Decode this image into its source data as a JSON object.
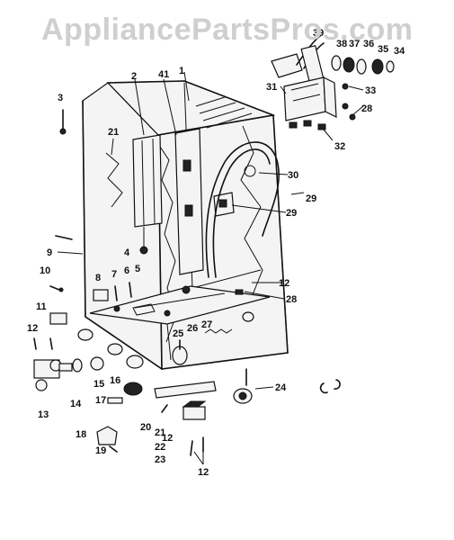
{
  "watermark": "AppliancePartsPros.com",
  "callouts": [
    {
      "id": "c-1",
      "text": "1"
    },
    {
      "id": "c-2",
      "text": "2"
    },
    {
      "id": "c-3",
      "text": "3"
    },
    {
      "id": "c-4",
      "text": "4"
    },
    {
      "id": "c-5",
      "text": "5"
    },
    {
      "id": "c-6",
      "text": "6"
    },
    {
      "id": "c-7",
      "text": "7"
    },
    {
      "id": "c-8",
      "text": "8"
    },
    {
      "id": "c-9",
      "text": "9"
    },
    {
      "id": "c-10",
      "text": "10"
    },
    {
      "id": "c-11",
      "text": "11"
    },
    {
      "id": "c-12a",
      "text": "12"
    },
    {
      "id": "c-12b",
      "text": "12"
    },
    {
      "id": "c-12c",
      "text": "12"
    },
    {
      "id": "c-12d",
      "text": "12"
    },
    {
      "id": "c-13",
      "text": "13"
    },
    {
      "id": "c-14",
      "text": "14"
    },
    {
      "id": "c-15",
      "text": "15"
    },
    {
      "id": "c-16",
      "text": "16"
    },
    {
      "id": "c-17",
      "text": "17"
    },
    {
      "id": "c-18",
      "text": "18"
    },
    {
      "id": "c-19",
      "text": "19"
    },
    {
      "id": "c-20",
      "text": "20"
    },
    {
      "id": "c-21a",
      "text": "21"
    },
    {
      "id": "c-21b",
      "text": "21"
    },
    {
      "id": "c-22",
      "text": "22"
    },
    {
      "id": "c-23",
      "text": "23"
    },
    {
      "id": "c-24",
      "text": "24"
    },
    {
      "id": "c-25",
      "text": "25"
    },
    {
      "id": "c-26",
      "text": "26"
    },
    {
      "id": "c-27",
      "text": "27"
    },
    {
      "id": "c-28a",
      "text": "28"
    },
    {
      "id": "c-28b",
      "text": "28"
    },
    {
      "id": "c-29a",
      "text": "29"
    },
    {
      "id": "c-29b",
      "text": "29"
    },
    {
      "id": "c-30",
      "text": "30"
    },
    {
      "id": "c-31",
      "text": "31"
    },
    {
      "id": "c-32",
      "text": "32"
    },
    {
      "id": "c-33",
      "text": "33"
    },
    {
      "id": "c-34",
      "text": "34"
    },
    {
      "id": "c-35",
      "text": "35"
    },
    {
      "id": "c-36",
      "text": "36"
    },
    {
      "id": "c-37",
      "text": "37"
    },
    {
      "id": "c-38",
      "text": "38"
    },
    {
      "id": "c-39",
      "text": "39"
    },
    {
      "id": "c-41",
      "text": "41"
    }
  ]
}
